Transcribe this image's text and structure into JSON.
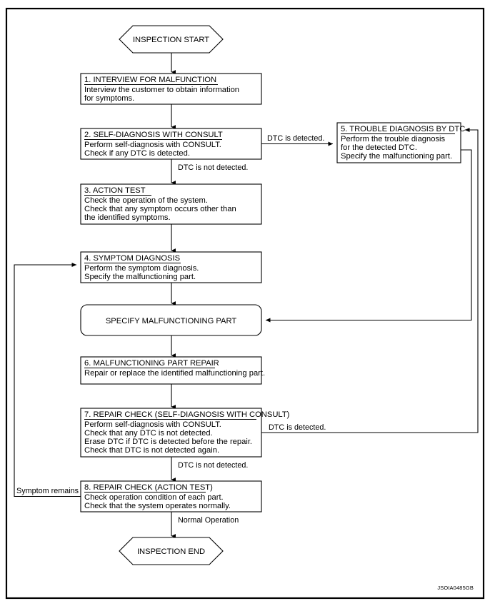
{
  "figure": {
    "plate_id": "JSOIA0485GB",
    "colors": {
      "background": "#ffffff",
      "stroke": "#000000",
      "fill": "#ffffff"
    }
  },
  "terminators": {
    "start": "INSPECTION START",
    "end": "INSPECTION END"
  },
  "nodes": {
    "n1": {
      "title": "1. INTERVIEW FOR MALFUNCTION",
      "lines": [
        "Interview the customer to obtain information",
        "for symptoms."
      ]
    },
    "n2": {
      "title": "2. SELF-DIAGNOSIS WITH CONSULT",
      "lines": [
        "Perform self-diagnosis with CONSULT.",
        "Check if any DTC is detected."
      ]
    },
    "n3": {
      "title": "3. ACTION TEST",
      "lines": [
        "Check the operation of the system.",
        "Check that any symptom occurs other than",
        "the identified symptoms."
      ]
    },
    "n4": {
      "title": "4. SYMPTOM DIAGNOSIS",
      "lines": [
        "Perform the symptom diagnosis.",
        "Specify the malfunctioning part."
      ]
    },
    "n5": {
      "title": "5. TROUBLE DIAGNOSIS BY DTC",
      "lines": [
        "Perform the trouble diagnosis",
        "for the detected DTC.",
        "Specify the malfunctioning part."
      ]
    },
    "specify": {
      "title": "SPECIFY MALFUNCTIONING PART",
      "lines": []
    },
    "n6": {
      "title": "6. MALFUNCTIONING PART REPAIR",
      "lines": [
        "Repair or replace the identified malfunctioning part."
      ]
    },
    "n7": {
      "title": "7. REPAIR CHECK (SELF-DIAGNOSIS WITH CONSULT)",
      "lines": [
        "Perform self-diagnosis with CONSULT.",
        "Check that any DTC is not detected.",
        "Erase DTC if DTC is detected before the repair.",
        "Check that DTC is not detected again."
      ]
    },
    "n8": {
      "title": "8. REPAIR CHECK (ACTION TEST)",
      "lines": [
        "Check operation condition of each part.",
        "Check that the system operates normally."
      ]
    }
  },
  "edge_labels": {
    "dtc_detected_top": "DTC is detected.",
    "dtc_not_detected_top": "DTC is not detected.",
    "dtc_detected_bottom": "DTC is detected.",
    "dtc_not_detected_bottom": "DTC is not detected.",
    "symptom_remains": "Symptom remains",
    "normal_operation": "Normal Operation"
  }
}
